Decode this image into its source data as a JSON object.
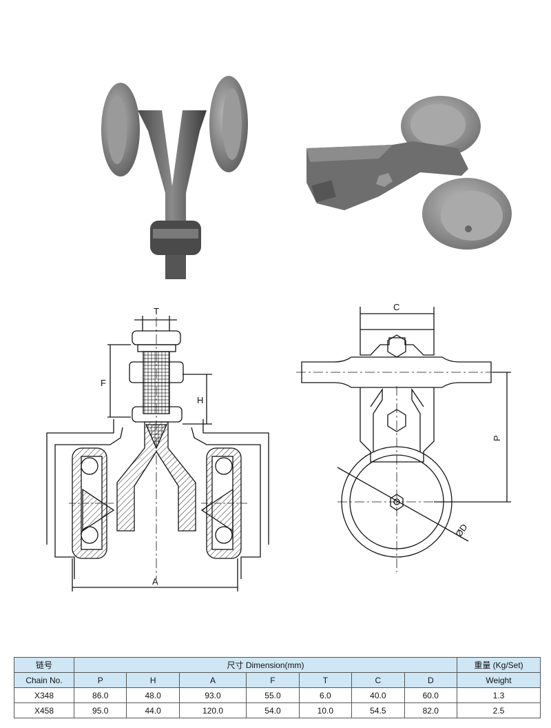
{
  "drawing_labels": {
    "T": "T",
    "F": "F",
    "H": "H",
    "A": "A",
    "C": "C",
    "P": "P",
    "D": "ØD"
  },
  "table": {
    "header1": {
      "chain_cn": "链号",
      "dimension": "尺寸 Dimension(mm)",
      "weight_cn": "重量 (Kg/Set)"
    },
    "header2": {
      "chain_no": "Chain No.",
      "cols": [
        "P",
        "H",
        "A",
        "F",
        "T",
        "C",
        "D"
      ],
      "weight": "Weight"
    },
    "rows": [
      {
        "chain": "X348",
        "P": "86.0",
        "H": "48.0",
        "A": "93.0",
        "F": "55.0",
        "T": "6.0",
        "C": "40.0",
        "D": "60.0",
        "weight": "1.3"
      },
      {
        "chain": "X458",
        "P": "95.0",
        "H": "44.0",
        "A": "120.0",
        "F": "54.0",
        "T": "10.0",
        "C": "54.5",
        "D": "82.0",
        "weight": "2.5"
      }
    ]
  }
}
